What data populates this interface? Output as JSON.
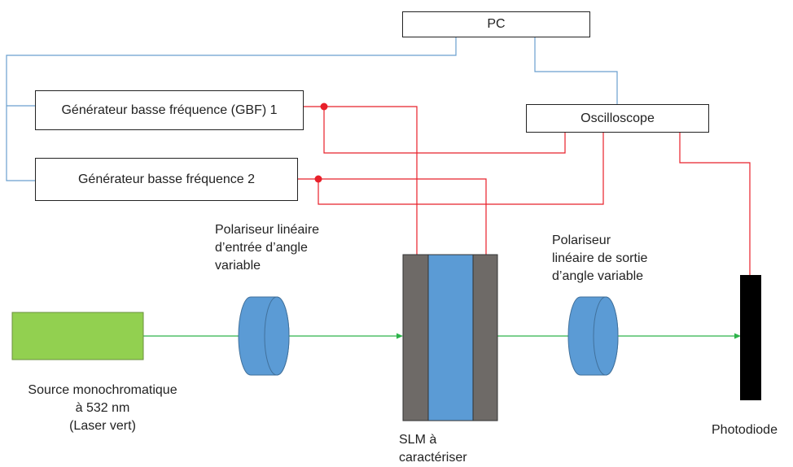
{
  "boxes": {
    "pc": "PC",
    "oscilloscope": "Oscilloscope",
    "gbf1": "Générateur basse fréquence (GBF) 1",
    "gbf2": "Générateur basse fréquence 2"
  },
  "labels": {
    "polarizer_in": [
      "Polariseur linéaire",
      "d’entrée d’angle",
      "variable"
    ],
    "polarizer_out": [
      "Polariseur",
      "linéaire de sortie",
      "d’angle variable"
    ],
    "source": [
      "Source monochromatique",
      "à 532 nm",
      "(Laser vert)"
    ],
    "slm": [
      "SLM à",
      "caractériser"
    ],
    "photodiode": "Photodiode"
  },
  "colors": {
    "control_line": "#6a9fcf",
    "signal_line": "#e8202a",
    "beam": "#2db34a",
    "laser": "#92d050",
    "optic": "#5b9bd5",
    "slm_electrode": "#6e6a67",
    "detector": "#000000"
  }
}
